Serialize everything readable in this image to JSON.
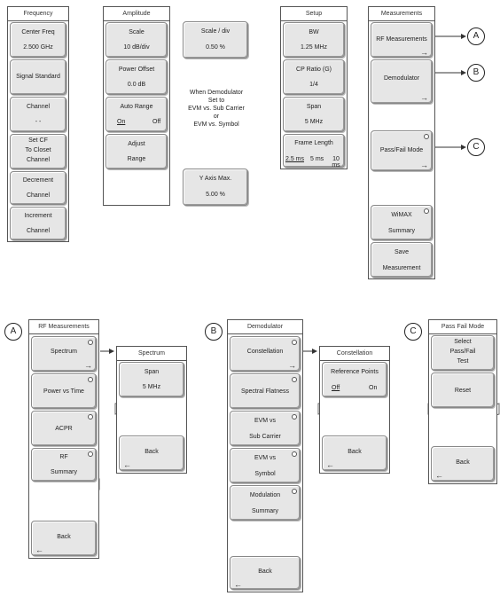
{
  "frequency": {
    "title": "Frequency",
    "keys": [
      {
        "line1": "Center Freq",
        "line2": "2.500 GHz"
      },
      {
        "line1": "Signal Standard",
        "line2": ""
      },
      {
        "line1": "Channel",
        "line2": "- -"
      },
      {
        "line1": "Set CF",
        "line2": "To Closet",
        "line3": "Channel"
      },
      {
        "line1": "Decrement",
        "line2": "Channel"
      },
      {
        "line1": "Increment",
        "line2": "Channel"
      }
    ]
  },
  "amplitude": {
    "title": "Amplitude",
    "scale": {
      "line1": "Scale",
      "line2": "10 dB/div"
    },
    "power_offset": {
      "line1": "Power Offset",
      "line2": "0.0 dB"
    },
    "auto_range": {
      "line1": "Auto Range",
      "on": "On",
      "off": "Off"
    },
    "adjust_range": {
      "line1": "Adjust",
      "line2": "Range"
    }
  },
  "side_keys": {
    "scale_div": {
      "line1": "Scale / div",
      "line2": "0.50 %"
    },
    "note": "When Demodulator\nSet to\nEVM vs. Sub Carrier\nor\nEVM vs. Symbol",
    "y_axis": {
      "line1": "Y Axis Max.",
      "line2": "5.00 %"
    }
  },
  "setup": {
    "title": "Setup",
    "bw": {
      "line1": "BW",
      "line2": "1.25 MHz"
    },
    "cp_ratio": {
      "line1": "CP Ratio (G)",
      "line2": "1/4"
    },
    "span": {
      "line1": "Span",
      "line2": "5 MHz"
    },
    "frame_length": {
      "line1": "Frame Length",
      "opt1": "2.5 ms",
      "opt2": "5 ms",
      "opt3": "10 ms"
    }
  },
  "measurements": {
    "title": "Measurements",
    "rf": "RF Measurements",
    "demod": "Demodulator",
    "passfail": "Pass/Fail Mode",
    "wimax": {
      "line1": "WiMAX",
      "line2": "Summary"
    },
    "save": {
      "line1": "Save",
      "line2": "Measurement"
    }
  },
  "labels": {
    "a": "A",
    "b": "B",
    "c": "C"
  },
  "rf_measurements": {
    "title": "RF Measurements",
    "spectrum": "Spectrum",
    "power_vs_time": "Power vs Time",
    "acpr": "ACPR",
    "rf_summary": {
      "line1": "RF",
      "line2": "Summary"
    },
    "back": "Back"
  },
  "spectrum_menu": {
    "title": "Spectrum",
    "span": {
      "line1": "Span",
      "line2": "5 MHz"
    },
    "back": "Back"
  },
  "demodulator": {
    "title": "Demodulator",
    "constellation": "Constellation",
    "spectral_flatness": "Spectral Flatness",
    "evm_sub": {
      "line1": "EVM vs",
      "line2": "Sub Carrier"
    },
    "evm_sym": {
      "line1": "EVM vs",
      "line2": "Symbol"
    },
    "mod_summary": {
      "line1": "Modulation",
      "line2": "Summary"
    },
    "back": "Back"
  },
  "constellation_menu": {
    "title": "Constellation",
    "ref_points": {
      "line1": "Reference Points",
      "off": "Off",
      "on": "On"
    },
    "back": "Back"
  },
  "passfail_menu": {
    "title": "Pass Fail Mode",
    "select": {
      "line1": "Select",
      "line2": "Pass/Fail",
      "line3": "Test"
    },
    "reset": "Reset",
    "back": "Back"
  },
  "glyphs": {
    "right_arrow": "→",
    "left_arrow": "←"
  }
}
